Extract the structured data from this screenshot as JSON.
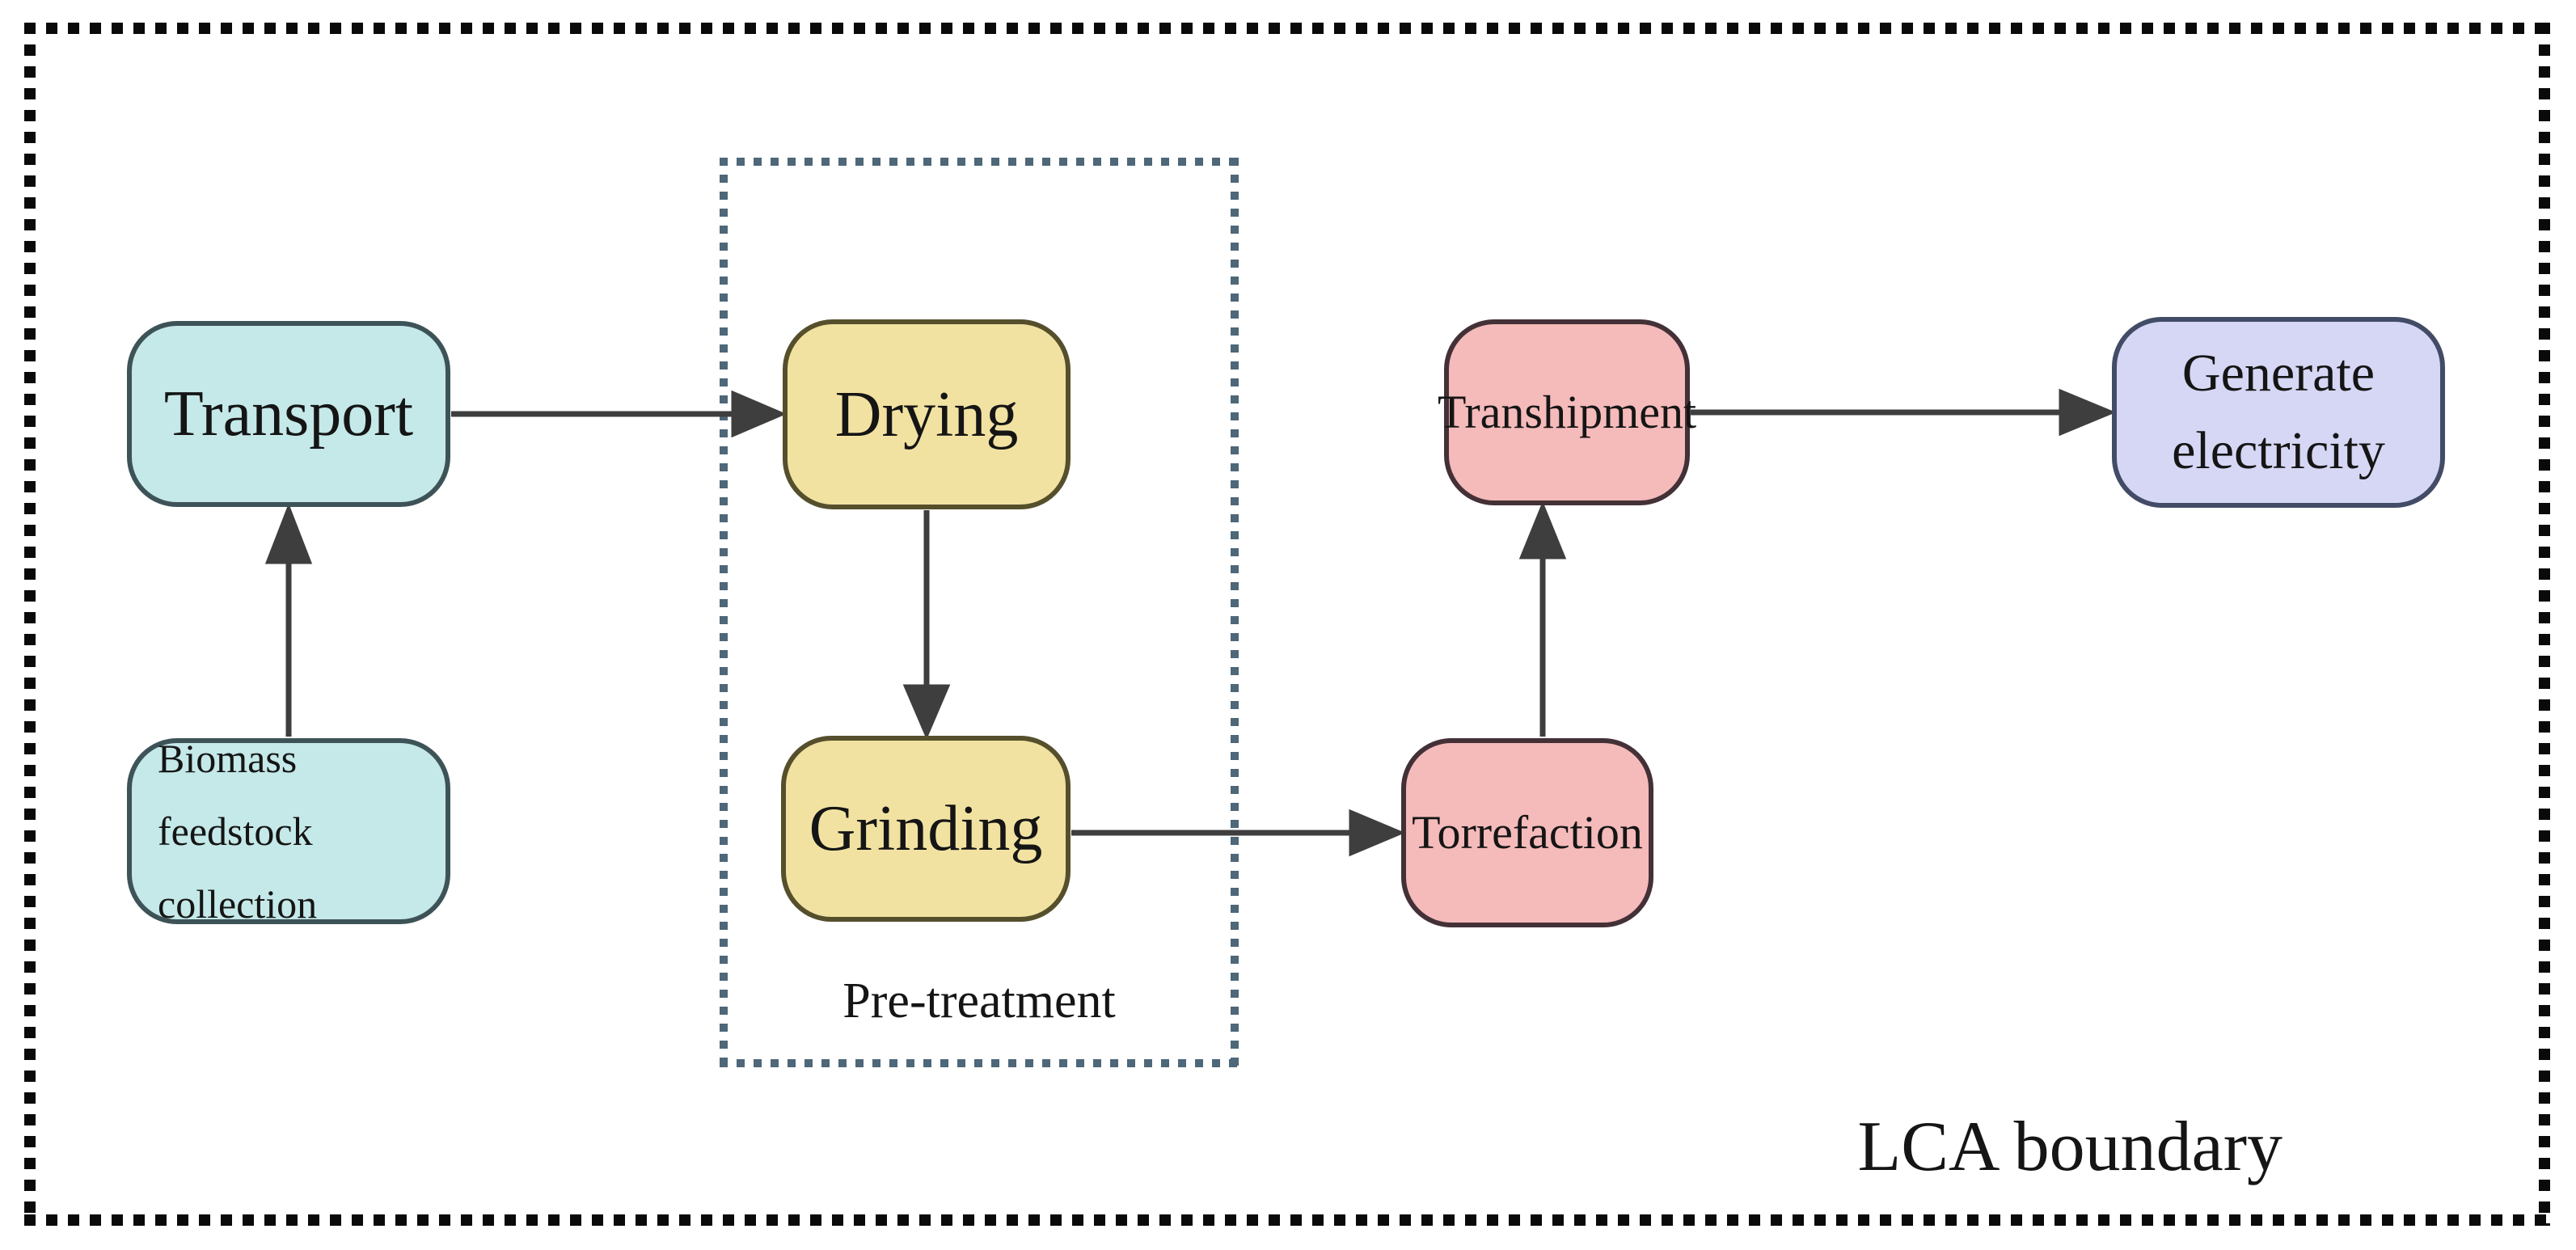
{
  "diagram": {
    "boundary_label": "LCA boundary",
    "pretreatment": {
      "label": "Pre-treatment"
    },
    "nodes": {
      "transport": {
        "label": "Transport"
      },
      "biomass": {
        "lines": [
          "Biomass feedstock",
          "collection"
        ]
      },
      "drying": {
        "label": "Drying"
      },
      "grinding": {
        "label": "Grinding"
      },
      "torrefaction": {
        "label": "Torrefaction"
      },
      "transhipment": {
        "label": "Transhipment"
      },
      "generate_electricity": {
        "lines": [
          "Generate",
          "electricity"
        ]
      }
    },
    "edges": [
      {
        "from": "Biomass feedstock collection",
        "to": "Transport"
      },
      {
        "from": "Transport",
        "to": "Drying"
      },
      {
        "from": "Drying",
        "to": "Grinding"
      },
      {
        "from": "Grinding",
        "to": "Torrefaction"
      },
      {
        "from": "Torrefaction",
        "to": "Transhipment"
      },
      {
        "from": "Transhipment",
        "to": "Generate electricity"
      }
    ],
    "colors": {
      "cyan_fill": "#c5e8e8",
      "cyan_border": "#3d5357",
      "yellow_fill": "#f2e2a2",
      "yellow_border": "#554f2c",
      "pink_fill": "#f5baba",
      "pink_border": "#433137",
      "lavender_fill": "#d6d7f5",
      "lavender_border": "#424c66",
      "arrow": "#3e3e3e",
      "pretreatment_dots": "#4e6779",
      "boundary_dots": "#0a0a0a"
    }
  }
}
